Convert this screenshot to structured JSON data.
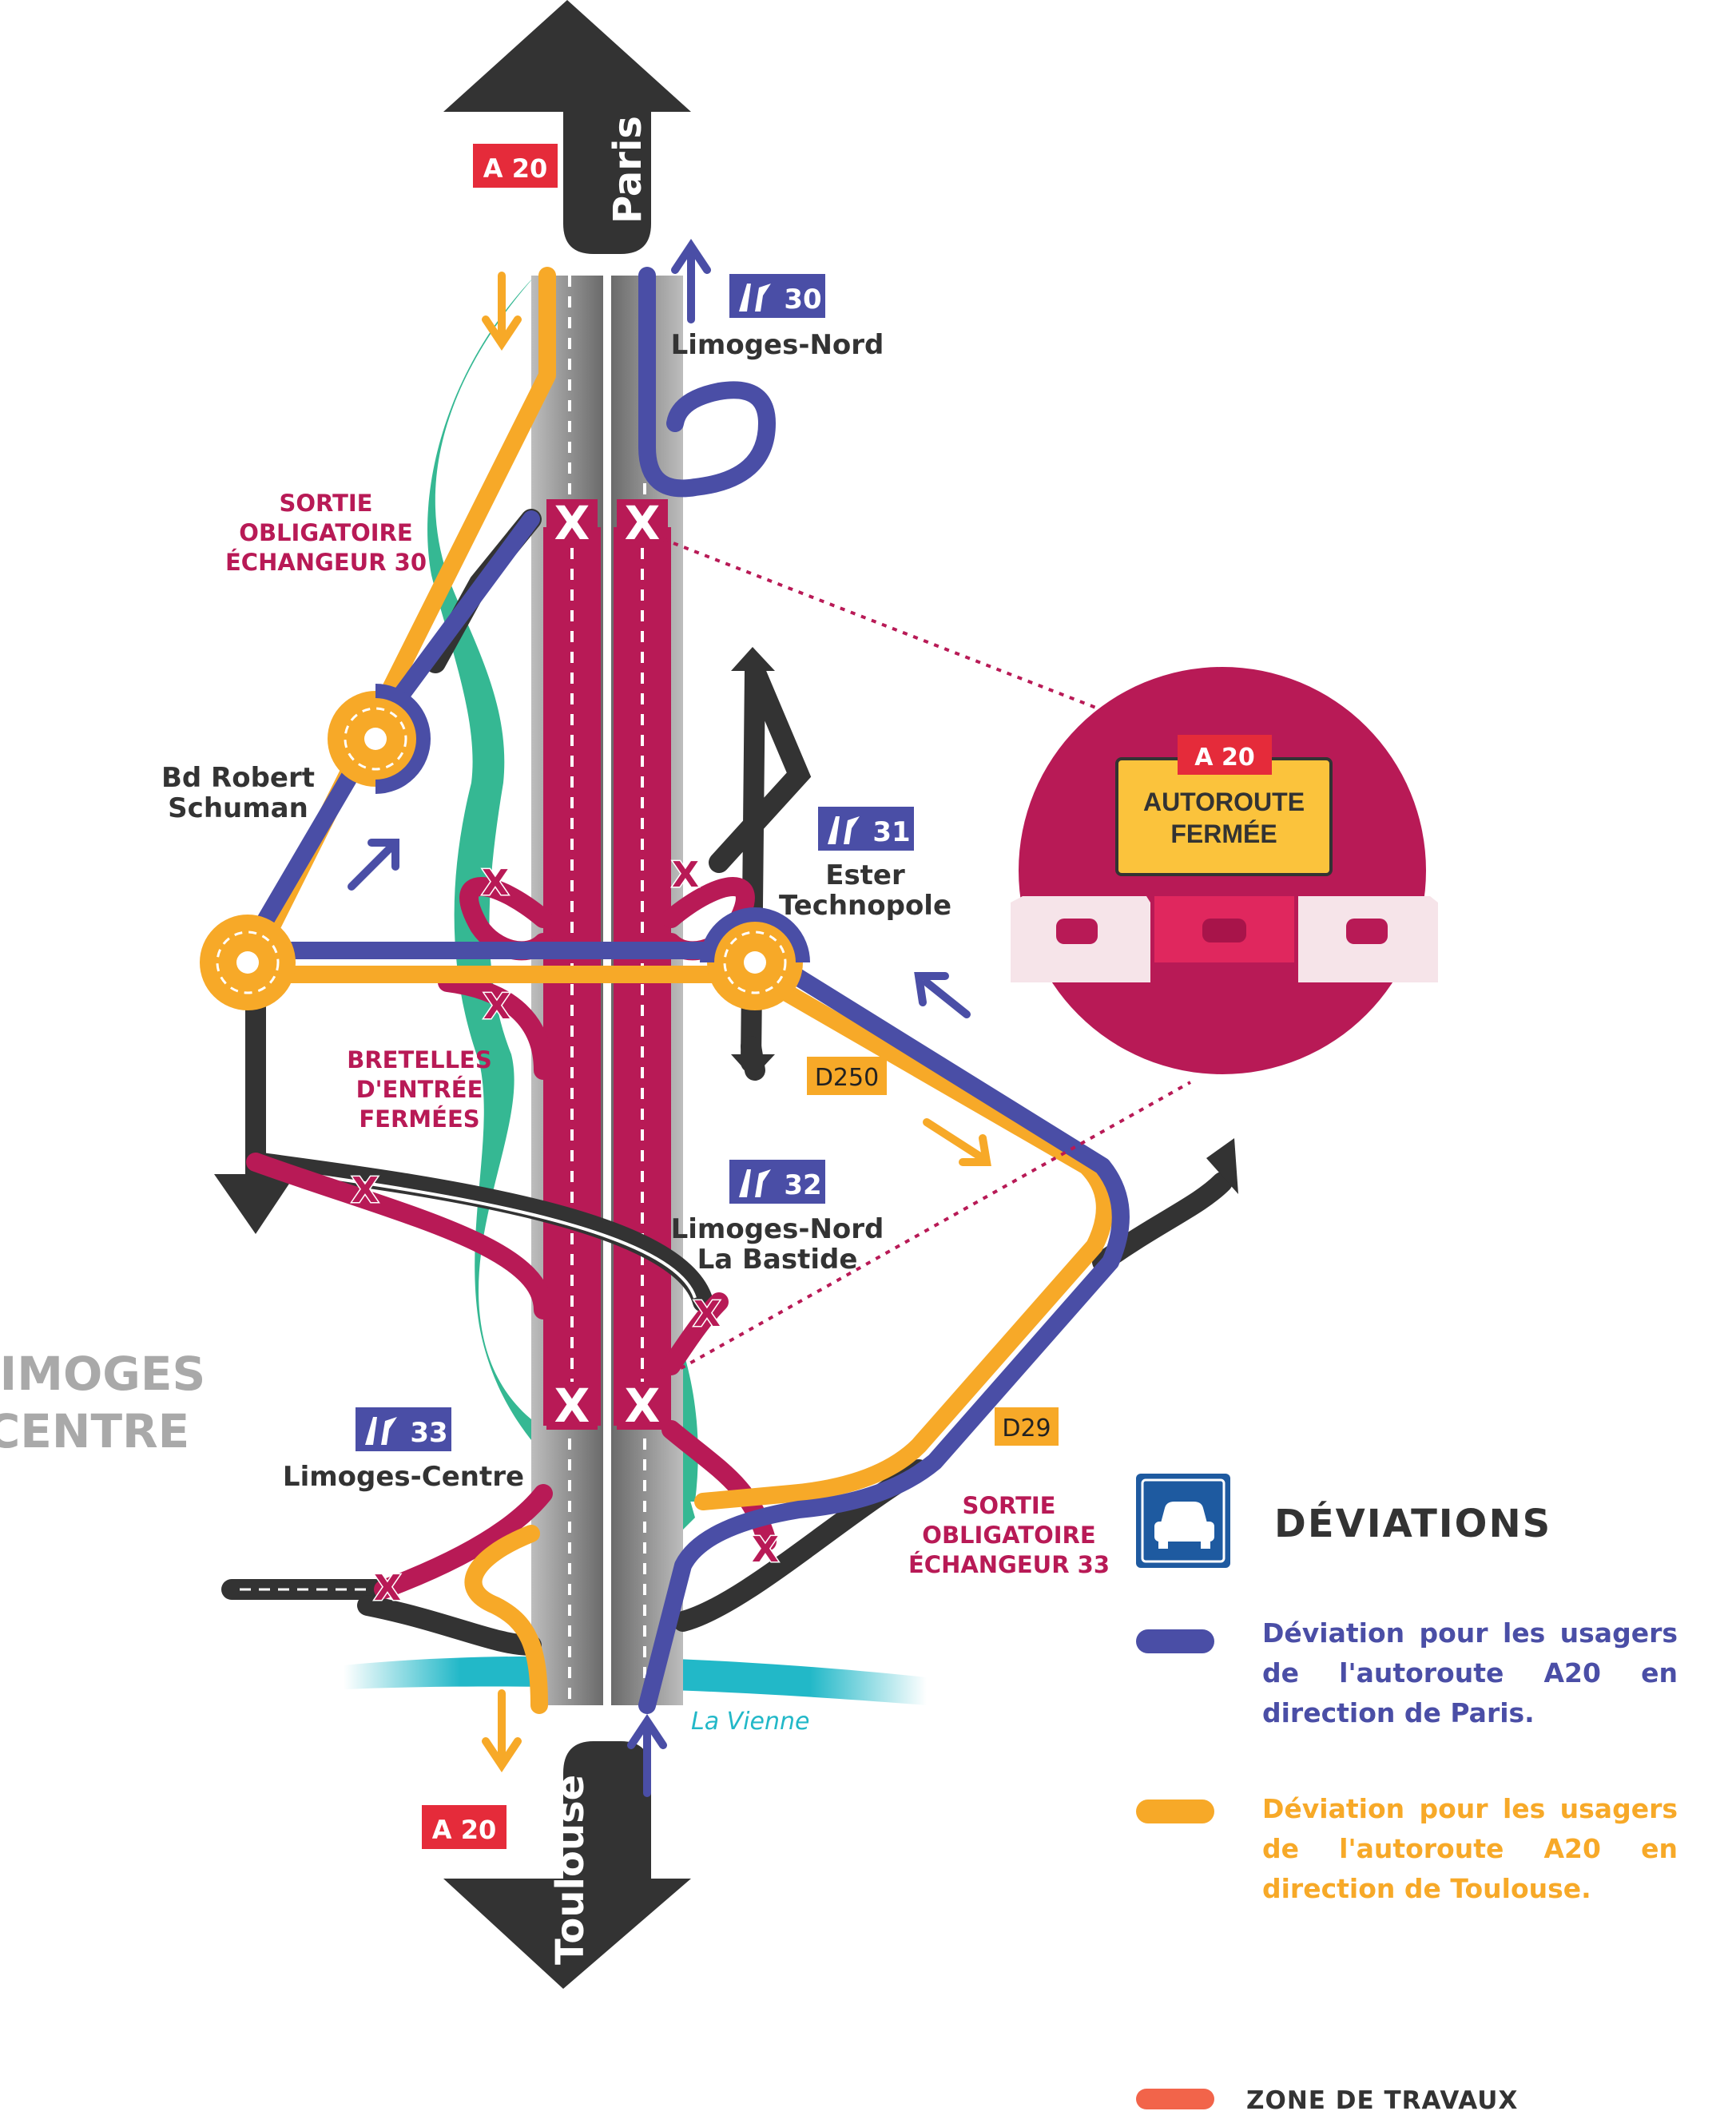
{
  "highway": {
    "name": "A 20",
    "north_destination": "Paris",
    "south_destination": "Toulouse"
  },
  "exits": [
    {
      "number": "30",
      "name_lines": [
        "Limoges-Nord"
      ]
    },
    {
      "number": "31",
      "name_lines": [
        "Ester",
        "Technopole"
      ]
    },
    {
      "number": "32",
      "name_lines": [
        "Limoges-Nord",
        "La Bastide"
      ]
    },
    {
      "number": "33",
      "name_lines": [
        "Limoges-Centre"
      ]
    }
  ],
  "roads": {
    "d250": "D250",
    "d29": "D29",
    "boulevard_lines": [
      "Bd Robert",
      "Schuman"
    ]
  },
  "notices": {
    "sortie_30_lines": [
      "SORTIE",
      "OBLIGATOIRE",
      "ÉCHANGEUR 30"
    ],
    "bretelles_lines": [
      "BRETELLES",
      "D'ENTRÉE",
      "FERMÉES"
    ],
    "sortie_33_lines": [
      "SORTIE",
      "OBLIGATOIRE",
      "ÉCHANGEUR 33"
    ],
    "closure_sign_lines": [
      "AUTOROUTE",
      "FERMÉE"
    ]
  },
  "city_lines": [
    "LIMOGES",
    "CENTRE"
  ],
  "river": "La Vienne",
  "legend": {
    "title": "DÉVIATIONS",
    "blue_text": "Déviation pour les usagers de l'autoroute A20 en direction de Paris.",
    "orange_text": "Déviation pour les usagers de l'autoroute A20 en direction de Toulouse.",
    "works_text": "ZONE DE TRAVAUX"
  },
  "colors": {
    "paris_detour": "#4a4ea6",
    "toulouse_detour": "#f7a928",
    "works_zone": "#b81a56",
    "works_legend": "#f2644a",
    "highway_badge": "#e52b3a",
    "exit_badge": "#4a4ea6",
    "green_area": "#35b893",
    "river": "#22b8c8",
    "road": "#333333"
  }
}
